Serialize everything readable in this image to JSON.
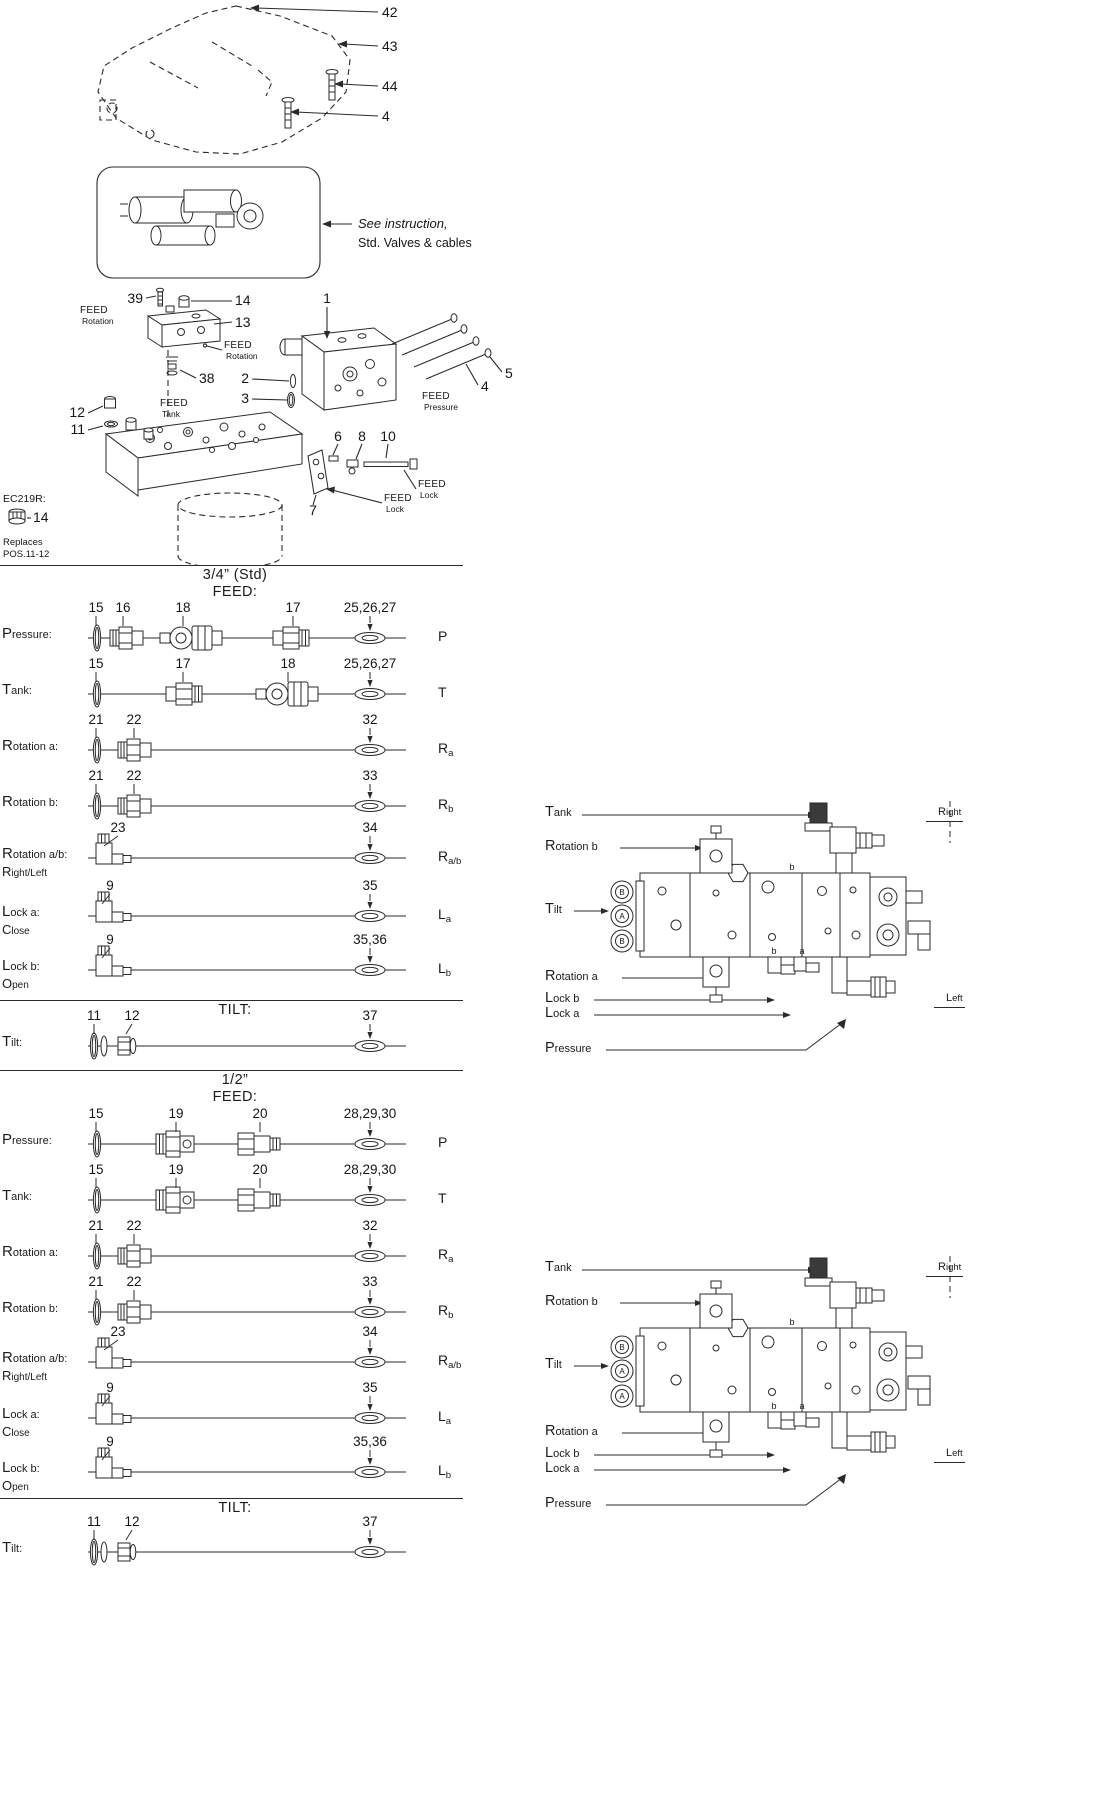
{
  "page": {
    "background": "#ffffff",
    "ink": "#2a2a2a"
  },
  "cover_view": {
    "callouts": [
      "42",
      "43",
      "44",
      "4"
    ]
  },
  "instruction_box": {
    "note_line1": "See instruction,",
    "note_line2": "Std. Valves & cables"
  },
  "assembly_view": {
    "callouts": {
      "n1": "1",
      "n2": "2",
      "n3": "3",
      "n4": "4",
      "n5": "5",
      "n6": "6",
      "n7": "7",
      "n8": "8",
      "n10": "10",
      "n11": "11",
      "n12": "12",
      "n13": "13",
      "n14": "14",
      "n38": "38",
      "n39": "39"
    },
    "feed": "FEED",
    "feed_ports": {
      "rotation": "Rotation",
      "tank": "Tank",
      "pressure": "Pressure",
      "lock": "Lock"
    },
    "ec_note": {
      "code": "EC219R:",
      "callout": "14",
      "line1": "Replaces",
      "line2": "POS.11-12"
    }
  },
  "sections": [
    {
      "size_label": "3/4” (Std)",
      "feed_heading": "FEED:",
      "tilt_heading": "TILT:",
      "rows": [
        {
          "label": "Pressure:",
          "sublabel": "",
          "callouts": [
            "15",
            "16",
            "18",
            "17",
            "25,26,27"
          ],
          "port": "P",
          "port_sub": ""
        },
        {
          "label": "Tank:",
          "sublabel": "",
          "callouts": [
            "15",
            "17",
            "18",
            "25,26,27"
          ],
          "port": "T",
          "port_sub": ""
        },
        {
          "label": "Rotation a:",
          "sublabel": "",
          "callouts": [
            "21",
            "22",
            "32"
          ],
          "port": "R",
          "port_sub": "a"
        },
        {
          "label": "Rotation b:",
          "sublabel": "",
          "callouts": [
            "21",
            "22",
            "33"
          ],
          "port": "R",
          "port_sub": "b"
        },
        {
          "label": "Rotation a/b:",
          "sublabel": "Right/Left",
          "callouts": [
            "23",
            "34"
          ],
          "port": "R",
          "port_sub": "a/b"
        },
        {
          "label": "Lock a:",
          "sublabel": "Close",
          "callouts": [
            "9",
            "35"
          ],
          "port": "L",
          "port_sub": "a"
        },
        {
          "label": "Lock b:",
          "sublabel": "Open",
          "callouts": [
            "9",
            "35,36"
          ],
          "port": "L",
          "port_sub": "b"
        }
      ],
      "tilt_row": {
        "label": "Tilt:",
        "callouts": [
          "11",
          "12",
          "37"
        ]
      },
      "knobs": [
        "B",
        "A",
        "B"
      ]
    },
    {
      "size_label": "1/2”",
      "feed_heading": "FEED:",
      "tilt_heading": "TILT:",
      "rows": [
        {
          "label": "Pressure:",
          "sublabel": "",
          "callouts": [
            "15",
            "19",
            "20",
            "28,29,30"
          ],
          "port": "P",
          "port_sub": ""
        },
        {
          "label": "Tank:",
          "sublabel": "",
          "callouts": [
            "15",
            "19",
            "20",
            "28,29,30"
          ],
          "port": "T",
          "port_sub": ""
        },
        {
          "label": "Rotation a:",
          "sublabel": "",
          "callouts": [
            "21",
            "22",
            "32"
          ],
          "port": "R",
          "port_sub": "a"
        },
        {
          "label": "Rotation b:",
          "sublabel": "",
          "callouts": [
            "21",
            "22",
            "33"
          ],
          "port": "R",
          "port_sub": "b"
        },
        {
          "label": "Rotation a/b:",
          "sublabel": "Right/Left",
          "callouts": [
            "23",
            "34"
          ],
          "port": "R",
          "port_sub": "a/b"
        },
        {
          "label": "Lock a:",
          "sublabel": "Close",
          "callouts": [
            "9",
            "35"
          ],
          "port": "L",
          "port_sub": "a"
        },
        {
          "label": "Lock b:",
          "sublabel": "Open",
          "callouts": [
            "9",
            "35,36"
          ],
          "port": "L",
          "port_sub": "b"
        }
      ],
      "tilt_row": {
        "label": "Tilt:",
        "callouts": [
          "11",
          "12",
          "37"
        ]
      },
      "knobs": [
        "B",
        "A",
        "A"
      ]
    }
  ],
  "valve_diagram": {
    "tank": "Tank",
    "rotation_b": "Rotation b",
    "tilt": "Tilt",
    "rotation_a": "Rotation a",
    "lock_b": "Lock b",
    "lock_a": "Lock a",
    "pressure": "Pressure",
    "right": "Right",
    "left": "Left",
    "port_marks": {
      "top": "b",
      "bottom_b": "b",
      "bottom_a": "a"
    }
  }
}
